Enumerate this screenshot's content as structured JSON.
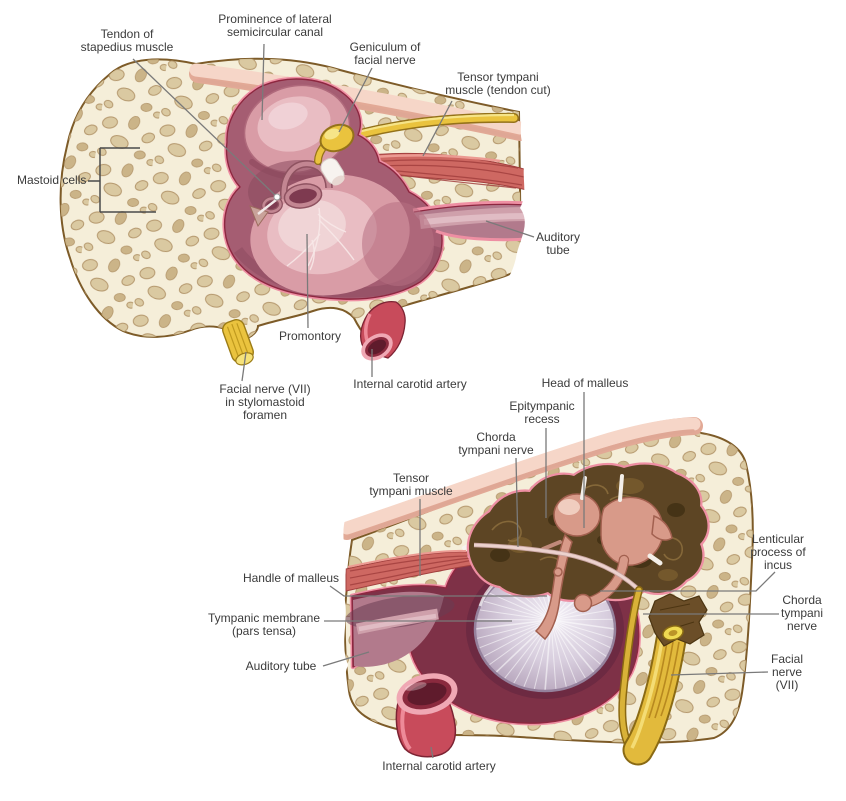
{
  "labels": {
    "top": {
      "tendon_stapedius": "Tendon of\nstapedius muscle",
      "prominence_lateral_semicircular": "Prominence of lateral\nsemicircular canal",
      "geniculum_facial": "Geniculum of\nfacial nerve",
      "tensor_tympani_cut": "Tensor tympani\nmuscle (tendon cut)",
      "mastoid_cells": "Mastoid cells",
      "auditory_tube": "Auditory\ntube",
      "promontory": "Promontory",
      "facial_stylomastoid": "Facial nerve (VII)\nin stylomastoid\nforamen",
      "internal_carotid": "Internal carotid artery"
    },
    "bottom": {
      "head_of_malleus": "Head of malleus",
      "epitympanic_recess": "Epitympanic\nrecess",
      "chorda_tympani": "Chorda\ntympani nerve",
      "tensor_tympani": "Tensor\ntympani muscle",
      "handle_of_malleus": "Handle of malleus",
      "tympanic_membrane": "Tympanic membrane\n(pars tensa)",
      "auditory_tube": "Auditory tube",
      "internal_carotid": "Internal carotid artery",
      "lenticular_process": "Lenticular\nprocess of\nincus",
      "chorda_tympani_right": "Chorda\ntympani\nnerve",
      "facial_nerve_vii": "Facial nerve\n(VII)"
    }
  },
  "colors": {
    "background": "#ffffff",
    "bone_cream": "#f5eed9",
    "bone_spot": "#d9c79e",
    "bone_spot_dark": "#c9b184",
    "bone_spot_edge": "#b19367",
    "bone_outline": "#7d5b28",
    "strip_pink": "#f6d6c8",
    "strip_pink_deep": "#dfa795",
    "cavity_rose": "#a55d72",
    "cavity_deep": "#7e3147",
    "rim_pink": "#ee8fa3",
    "rim_dark": "#8e2740",
    "promontory_pink": "#d99ca6",
    "promontory_light": "#e9bdc3",
    "structure_pink": "#d89a89",
    "structure_outline": "#a2604f",
    "membrane_lavender": "#cdc2d3",
    "membrane_edge": "#95819c",
    "recess_brown": "#5d4524",
    "recess_swirl": "#8a6c3c",
    "nerve_yellow": "#eac33e",
    "nerve_yellow_dark": "#94721a",
    "muscle_red": "#ce6862",
    "muscle_red_dark": "#a23f3e",
    "artery_red": "#c84b5b",
    "artery_rim": "#f0a8b4",
    "artery_lumen": "#5f1b2c",
    "tube_mauve": "#b27a8c",
    "label_text": "#3b3b3b",
    "leader": "#7a7a7a",
    "leader_dark": "#4a4a4a"
  }
}
